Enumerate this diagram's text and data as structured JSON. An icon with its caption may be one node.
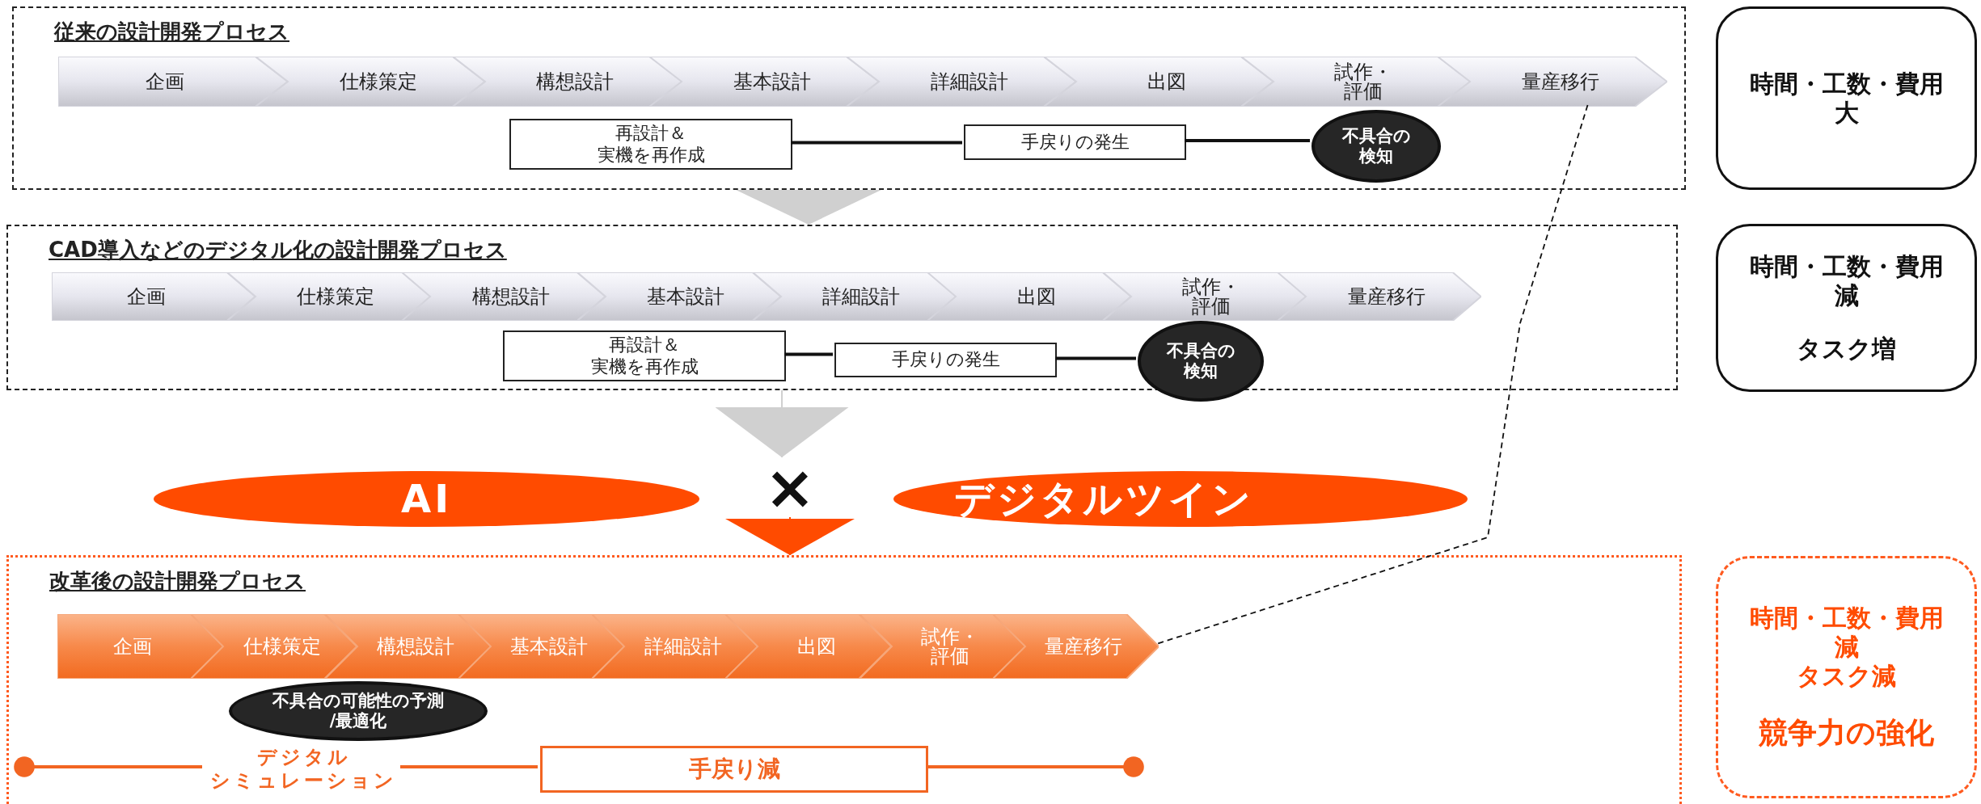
{
  "diagram": {
    "nodes": [
      {
        "text": [
          "従来の設計開発プロセス"
        ]
      },
      {
        "text": [
          "企画"
        ],
        "in": 0
      },
      {
        "text": [
          "仕様策定"
        ],
        "in": 0
      },
      {
        "text": [
          "構想設計"
        ],
        "in": 0
      },
      {
        "text": [
          "基本設計"
        ],
        "in": 0
      },
      {
        "text": [
          "詳細設計"
        ],
        "in": 0
      },
      {
        "text": [
          "出図"
        ],
        "in": 0
      },
      {
        "text": [
          "試作・評価"
        ],
        "in": 0
      },
      {
        "text": [
          "量産移行"
        ],
        "in": 0
      },
      {
        "text": [
          "再設計＆実機を再作成"
        ],
        "in": 0
      },
      {
        "text": [
          "手戻りの発生"
        ],
        "in": 0
      },
      {
        "text": [
          "不具合の検知"
        ],
        "in": 0
      },
      {
        "text": [
          "CAD導入などのデジタル化の設計開発プロセス"
        ]
      },
      {
        "text": [
          "企画"
        ],
        "in": 12
      },
      {
        "text": [
          "仕様策定"
        ],
        "in": 12
      },
      {
        "text": [
          "構想設計"
        ],
        "in": 12
      },
      {
        "text": [
          "基本設計"
        ],
        "in": 12
      },
      {
        "text": [
          "詳細設計"
        ],
        "in": 12
      },
      {
        "text": [
          "出図"
        ],
        "in": 12
      },
      {
        "text": [
          "試作・評価"
        ],
        "in": 12
      },
      {
        "text": [
          "量産移行"
        ],
        "in": 12
      },
      {
        "text": [
          "再設計＆実機を再作成"
        ],
        "in": 12
      },
      {
        "text": [
          "手戻りの発生"
        ],
        "in": 12
      },
      {
        "text": [
          "不具合の検知"
        ],
        "in": 12
      },
      {
        "text": [
          "AI"
        ]
      },
      {
        "text": [
          "デジタルツイン"
        ]
      },
      {
        "text": [
          "改革後の設計開発プロセス"
        ]
      },
      {
        "text": [
          "企画"
        ],
        "in": 26
      },
      {
        "text": [
          "仕様策定"
        ],
        "in": 26
      },
      {
        "text": [
          "構想設計"
        ],
        "in": 26
      },
      {
        "text": [
          "基本設計"
        ],
        "in": 26
      },
      {
        "text": [
          "詳細設計"
        ],
        "in": 26
      },
      {
        "text": [
          "出図"
        ],
        "in": 26
      },
      {
        "text": [
          "試作・評価"
        ],
        "in": 26
      },
      {
        "text": [
          "量産移行"
        ],
        "in": 26
      },
      {
        "text": [
          "不具合の可能性の予測/最適化"
        ],
        "in": 26
      },
      {
        "text": [
          "デジタルシミュレーション"
        ],
        "in": 26
      },
      {
        "text": [
          "手戻り減"
        ],
        "in": 26
      },
      {
        "text": [
          "時間・工数・費用大"
        ]
      },
      {
        "text": [
          "時間・工数・費用減",
          "タスク増"
        ]
      },
      {
        "text": [
          "時間・工数・費用減",
          "タスク減",
          "競争力の強化"
        ]
      },
      {
        "text": [
          "×"
        ]
      }
    ],
    "edges": [
      {
        "from": 9,
        "to": 10,
        "arrow": "none"
      },
      {
        "from": 10,
        "to": 11,
        "arrow": "none"
      },
      {
        "from": 21,
        "to": 22,
        "arrow": "none"
      },
      {
        "from": 22,
        "to": 23,
        "arrow": "none"
      },
      {
        "from": null,
        "to": 36,
        "arrow": "other",
        "color": "#f26522"
      },
      {
        "from": 36,
        "to": 37,
        "arrow": "none",
        "color": "#f26522"
      },
      {
        "from": 37,
        "to": null,
        "arrow": "other",
        "color": "#f26522"
      },
      {
        "from": 8,
        "to": 34,
        "arrow": "none",
        "style": "dashed"
      },
      {
        "from": 0,
        "to": 12,
        "arrow": "to",
        "color": "#d0d0d0"
      },
      {
        "from": 12,
        "to": 41,
        "arrow": "to",
        "color": "#d0d0d0"
      },
      {
        "from": 41,
        "to": 26,
        "arrow": "to",
        "color": "#ff4b00"
      }
    ]
  }
}
